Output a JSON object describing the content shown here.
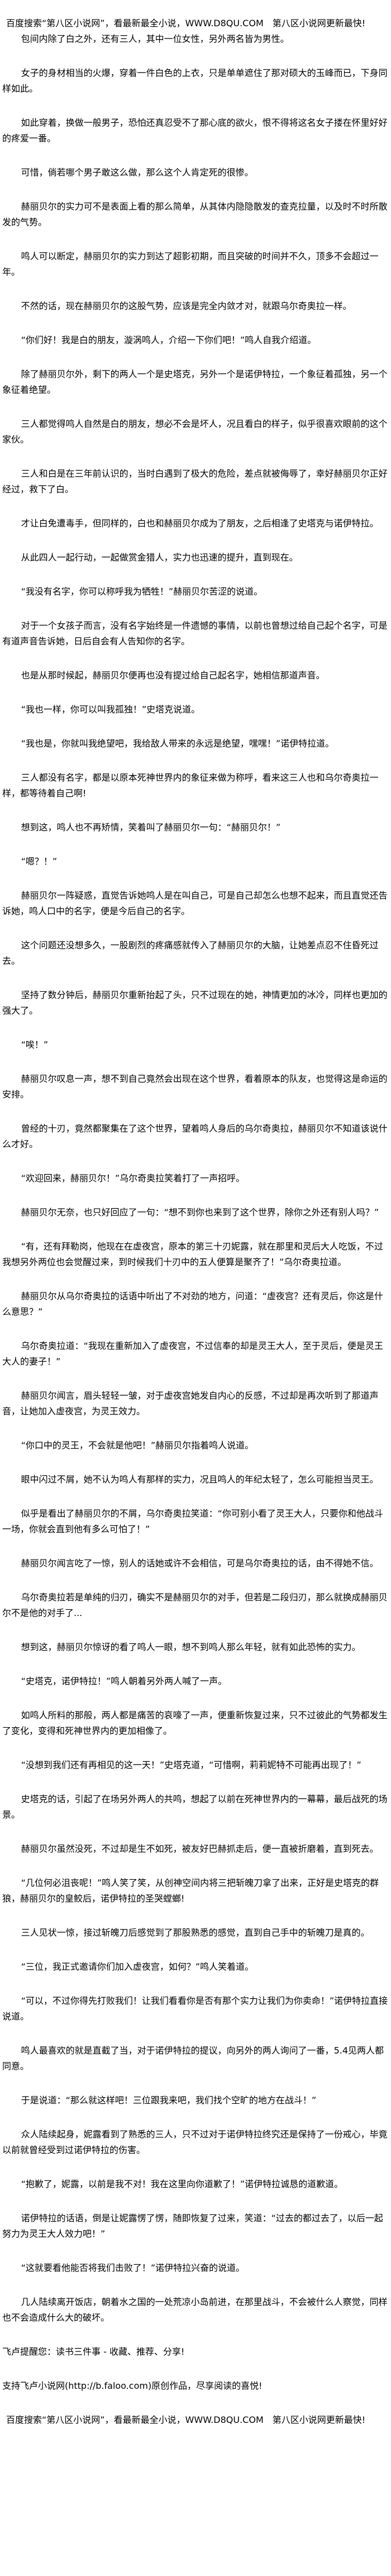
{
  "header_banner": "百度搜索“第八区小说网”，看最新最全小说，WWW.D8QU.COM　第八区小说网更新最快!",
  "paragraphs": [
    "包间内除了白之外，还有三人，其中一位女性，另外两名皆为男性。",
    "女子的身材相当的火爆，穿着一件白色的上衣，只是单单遮住了那对硕大的玉峰而已，下身同样如此。",
    "如此穿着，换做一般男子，恐怕还真忍受不了那心底的欲火，恨不得将这名女子搂在怀里好好的疼爱一番。",
    "可惜，倘若哪个男子敢这么做，那么这个人肯定死的很惨。",
    "赫丽贝尔的实力可不是表面上看的那么简单，从其体内隐隐散发的查克拉量，以及时不时所散发的气势。",
    "鸣人可以断定，赫丽贝尔的实力到达了超影初期，而且突破的时间并不久，顶多不会超过一年。",
    "不然的话，现在赫丽贝尔的这股气势，应该是完全内敛才对，就跟乌尔奇奥拉一样。",
    "“你们好！我是白的朋友，漩涡鸣人，介绍一下你们吧！”鸣人自我介绍道。",
    "除了赫丽贝尔外，剩下的两人一个是史塔克，另外一个是诺伊特拉，一个象征着孤独，另一个象征着绝望。",
    "三人都觉得鸣人自然是白的朋友，想必不会是坏人，况且看白的样子，似乎很喜欢眼前的这个家伙。",
    "三人和白是在三年前认识的，当时白遇到了极大的危险，差点就被侮辱了，幸好赫丽贝尔正好经过，救下了白。",
    "才让白免遭毒手，但同样的，白也和赫丽贝尔成为了朋友，之后相逢了史塔克与诺伊特拉。",
    "从此四人一起行动，一起做赏金猎人，实力也迅速的提升，直到现在。",
    "“我没有名字，你可以称呼我为牺牲！”赫丽贝尔苦涩的说道。",
    "对于一个女孩子而言，没有名字始终是一件遗憾的事情，以前也曾想过给自己起个名字，可是有道声音告诉她，日后自会有人告知你的名字。",
    "也是从那时候起，赫丽贝尔便再也没有提过给自己起名字，她相信那道声音。",
    "“我也一样，你可以叫我孤独！”史塔克说道。",
    "“我也是，你就叫我绝望吧，我给敌人带来的永远是绝望，嘿嘿！”诺伊特拉道。",
    "三人都没有名字，都是以原本死神世界内的象征来做为称呼，看来这三人也和乌尔奇奥拉一样，都等待着自己啊!",
    "想到这，鸣人也不再矫情，笑着叫了赫丽贝尔一句：“赫丽贝尔！”",
    "“嗯？！”",
    "赫丽贝尔一阵疑惑，直觉告诉她鸣人是在叫自己，可是自己却怎么也想不起来，而且直觉还告诉她，鸣人口中的名字，便是今后自己的名字。",
    "这个问题还没想多久，一股剧烈的疼痛感就传入了赫丽贝尔的大脑，让她差点忍不住昏死过去。",
    "坚持了数分钟后，赫丽贝尔重新抬起了头，只不过现在的她，神情更加的冰冷，同样也更加的强大了。",
    "“唉！”",
    "赫丽贝尔叹息一声，想不到自己竟然会出现在这个世界，看着原本的队友，也觉得这是命运的安排。",
    "曾经的十刃，竟然都聚集在了这个世界，望着鸣人身后的乌尔奇奥拉，赫丽贝尔不知道该说什么才好。",
    "“欢迎回来，赫丽贝尔！”乌尔奇奥拉笑着打了一声招呼。",
    "赫丽贝尔无奈，也只好回应了一句：“想不到你也来到了这个世界，除你之外还有别人吗？”",
    "“有，还有拜勒岗，他现在在虚夜宫，原本的第三十刃妮露，就在那里和灵后大人吃饭，不过我想另外两位也会觉醒过来，到时候我们十刃中的五人便算是聚齐了！”乌尔奇奥拉道。",
    "赫丽贝尔从乌尔奇奥拉的话语中听出了不对劲的地方，问道：“虚夜宫？还有灵后，你这是什么意思？”",
    "乌尔奇奥拉道：“我现在重新加入了虚夜宫，不过信奉的却是灵王大人，至于灵后，便是灵王大人的妻子！”",
    "赫丽贝尔闻言，眉头轻轻一皱，对于虚夜宫她发自内心的反感，不过却是再次听到了那道声音，让她加入虚夜宫，为灵王效力。",
    "“你口中的灵王，不会就是他吧！”赫丽贝尔指着鸣人说道。",
    "眼中闪过不屑，她不认为鸣人有那样的实力，况且鸣人的年纪太轻了，怎么可能担当灵王。",
    "似乎是看出了赫丽贝尔的不屑，乌尔奇奥拉笑道：“你可别小看了灵王大人，只要你和他战斗一场，你就会直到他有多么可怕了！”",
    "赫丽贝尔闻言吃了一惊，别人的话她或许不会相信，可是乌尔奇奥拉的话，由不得她不信。",
    "乌尔奇奥拉若是单纯的归刃，确实不是赫丽贝尔的对手，但若是二段归刃，那么就换成赫丽贝尔不是他的对手了...",
    "想到这，赫丽贝尔惊讶的看了鸣人一眼，想不到鸣人那么年轻，就有如此恐怖的实力。",
    "“史塔克，诺伊特拉！”鸣人朝着另外两人喊了一声。",
    "如鸣人所料的那般，两人都是痛苦的哀嚎了一声，便重新恢复过来，只不过彼此的气势都发生了变化，变得和死神世界内的更加相像了。",
    "“没想到我们还有再相见的这一天！”史塔克道，“可惜啊，莉莉妮特不可能再出现了！”",
    "史塔克的话，引起了在场另外两人的共鸣，想起了以前在死神世界内的一幕幕，最后战死的场景。",
    "赫丽贝尔虽然没死，不过却是生不如死，被友好巴赫抓走后，便一直被折磨着，直到死去。",
    "“几位何必沮丧呢！”鸣人笑了笑，从创神空间内将三把斩魄刀拿了出来，正好是史塔克的群狼，赫丽贝尔的皇鲛后，诺伊特拉的圣哭螳螂!",
    "三人见状一惊，接过斩魄刀后感觉到了那股熟悉的感觉，直到自己手中的斩魄刀是真的。",
    "“三位，我正式邀请你们加入虚夜宫，如何？”鸣人笑着道。",
    "“可以，不过你得先打败我们！让我们看看你是否有那个实力让我们为你卖命！”诺伊特拉直接说道。",
    "鸣人最喜欢的就是直截了当，对于诺伊特拉的提议，向另外的两人询问了一番，5.4见两人都同意。",
    "于是说道：“那么就这样吧！三位跟我来吧，我们找个空旷的地方在战斗！”",
    "众人陆续起身，妮露看到了熟悉的三人，只不过对于诺伊特拉终究还是保持了一份戒心，毕竟以前就曾经受到过诺伊特拉的伤害。",
    "“抱歉了，妮露，以前是我不对！我在这里向你道歉了！”诺伊特拉诚恳的道歉道。",
    "诺伊特拉的话语，倒是让妮露愣了愣，随即恢复了过来，笑道：“过去的都过去了，以后一起努力为灵王大人效力吧！”",
    "“这就要看他能否将我们击败了！”诺伊特拉兴奋的说道。",
    "几人陆续离开饭店，朝着水之国的一处荒凉小岛前进，在那里战斗，不会被什么人察觉，同样也不会造成什么大的破坏。"
  ],
  "footer": {
    "reminder": "飞卢提醒您：读书三件事 - 收藏、推荐、分享!",
    "support": "支持飞卢小说网(http://b.faloo.com)原创作品，尽享阅读的喜悦!",
    "banner": "百度搜索“第八区小说网”，看最新最全小说，WWW.D8QU.COM　第八区小说网更新最快!"
  }
}
